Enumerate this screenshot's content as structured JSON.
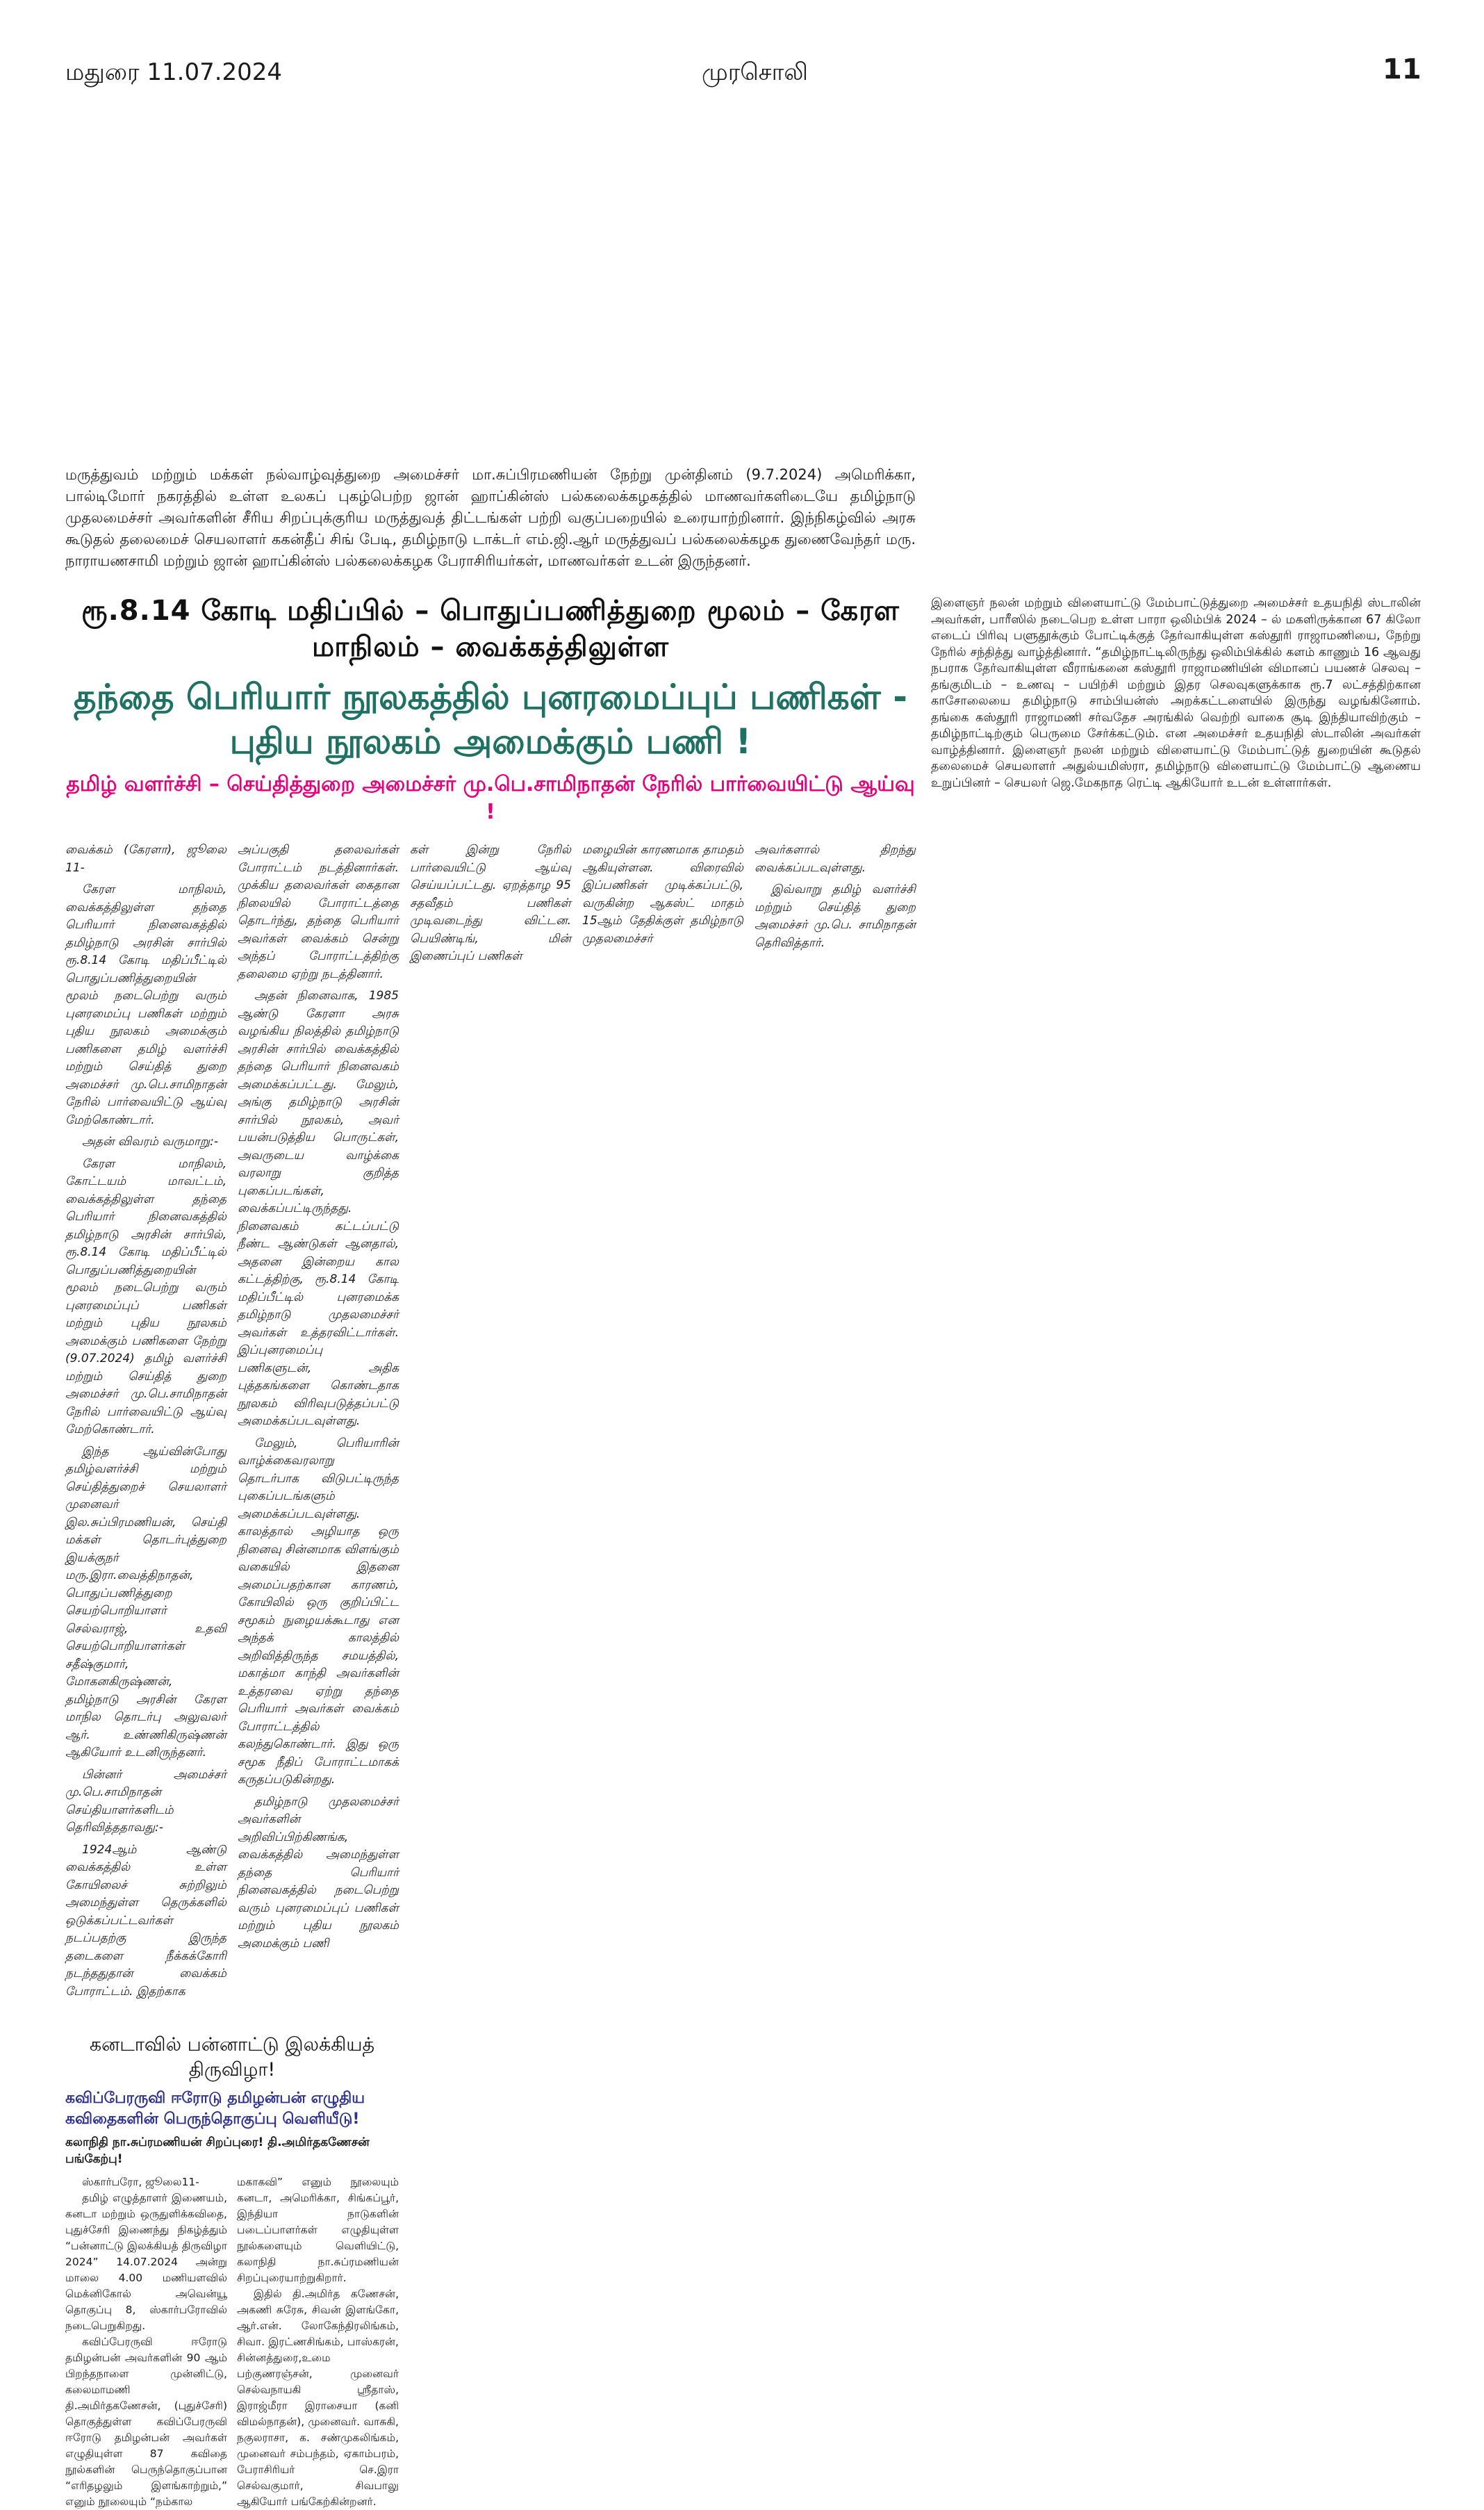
{
  "header": {
    "edition_date": "மதுரை 11.07.2024",
    "masthead": "முரசொலி",
    "page_number": "11"
  },
  "top_caption": "மருத்துவம் மற்றும் மக்கள் நல்வாழ்வுத்துறை அமைச்சர் மா.சுப்பிரமணியன் நேற்று முன்தினம் (9.7.2024) அமெரிக்கா, பால்டிமோர் நகரத்தில் உள்ள உலகப் புகழ்பெற்ற ஜான் ஹாப்கின்ஸ் பல்கலைக்கழகத்தில் மாணவர்களிடையே தமிழ்நாடு முதலமைச்சர் அவர்களின் சீரிய சிறப்புக்குரிய மருத்துவத் திட்டங்கள் பற்றி வகுப்பறையில் உரையாற்றினார். இந்நிகழ்வில் அரசு கூடுதல் தலைமைச் செயலாளர் ககன்தீப் சிங் பேடி, தமிழ்நாடு டாக்டர் எம்.ஜி.ஆர் மருத்துவப் பல்கலைக்கழக துணைவேந்தர் மரு. நாராயணசாமி மற்றும் ஜான் ஹாப்கின்ஸ் பல்கலைக்கழக பேராசிரியர்கள், மாணவர்கள் உடன் இருந்தனர்.",
  "main_article": {
    "kicker": "ரூ.8.14 கோடி மதிப்பில் – பொதுப்பணித்துறை மூலம் – கேரள மாநிலம் – வைக்கத்திலுள்ள",
    "headline": "தந்தை பெரியார் நூலகத்தில் புனரமைப்புப் பணிகள் - புதிய நூலகம் அமைக்கும் பணி !",
    "subheadline": "தமிழ் வளர்ச்சி – செய்தித்துறை அமைச்சர் மு.பெ.சாமிநாதன் நேரில் பார்வையிட்டு ஆய்வு !",
    "columns": [
      [
        "வைக்கம் (கேரளா), ஜூலை 11-",
        "கேரள மாநிலம், வைக்கத்திலுள்ள தந்தை பெரியார் நினைவகத்தில் தமிழ்நாடு அரசின் சார்பில் ரூ.8.14 கோடி மதிப்பீட்டில் பொதுப்பணித்துறையின் மூலம் நடைபெற்று வரும் புனரமைப்பு பணிகள் மற்றும் புதிய நூலகம் அமைக்கும் பணிகளை தமிழ் வளர்ச்சி மற்றும் செய்தித் துறை அமைச்சர் மு.பெ.சாமிநாதன் நேரில் பார்வையிட்டு ஆய்வு மேற்கொண்டார்.",
        "அதன் விவரம் வருமாறு:-",
        "கேரள மாநிலம், கோட்டயம் மாவட்டம், வைக்கத்திலுள்ள தந்தை பெரியார் நினைவகத்தில் தமிழ்நாடு அரசின் சார்பில், ரூ.8.14 கோடி மதிப்பீட்டில் பொதுப்பணித்துறையின் மூலம் நடைபெற்று வரும் புனரமைப்புப் பணிகள் மற்றும் புதிய நூலகம் அமைக்கும் பணிகளை நேற்று (9.07.2024) தமிழ் வளர்ச்சி மற்றும் செய்தித் துறை அமைச்சர் மு.பெ.சாமிநாதன் நேரில் பார்வையிட்டு ஆய்வு மேற்கொண்டார்.",
        "இந்த ஆய்வின்போது தமிழ்வளர்ச்சி மற்றும் செய்தித்துறைச் செயலாளர் முனைவர் இல.சுப்பிரமணியன், செய்தி மக்கள் தொடர்புத்துறை இயக்குநர் மரு.இரா.வைத்திநாதன், பொதுப்பணித்துறை செயற்பொறியாளர் செல்வராஜ், உதவி செயற்பொறியாளர்கள் சதீஷ்குமார், மோகனகிருஷ்ணன், தமிழ்நாடு அரசின் கேரள மாநில தொடர்பு அலுவலர் ஆர். உண்ணிகிருஷ்ணன் ஆகியோர் உடனிருந்தனர்.",
        "பின்னர் அமைச்சர் மு.பெ.சாமிநாதன் செய்தியாளர்களிடம் தெரிவித்ததாவது:-",
        "1924ஆம் ஆண்டு வைக்கத்தில் உள்ள கோயிலைச் சுற்றிலும் அமைந்துள்ள தெருக்களில் ஒடுக்கப்பட்டவர்கள் நடப்பதற்கு இருந்த தடைகளை நீக்கக்கோரி நடந்ததுதான் வைக்கம் போராட்டம். இதற்காக"
      ],
      [
        "அப்பகுதி தலைவர்கள் போராட்டம் நடத்தினார்கள். முக்கிய தலைவர்கள் கைதான நிலையில் போராட்டத்தை தொடர்ந்து, தந்தை பெரியார் அவர்கள் வைக்கம் சென்று அந்தப் போராட்டத்திற்கு தலைமை ஏற்று நடத்தினார்.",
        "அதன் நினைவாக, 1985 ஆண்டு கேரளா அரசு வழங்கிய நிலத்தில் தமிழ்நாடு அரசின் சார்பில் வைக்கத்தில் தந்தை பெரியார் நினைவகம் அமைக்கப்பட்டது. மேலும், அங்கு தமிழ்நாடு அரசின் சார்பில் நூலகம், அவர் பயன்படுத்திய பொருட்கள், அவருடைய வாழ்க்கை வரலாறு குறித்த புகைப்படங்கள், வைக்கப்பட்டிருந்தது. நினைவகம் கட்டப்பட்டு நீண்ட ஆண்டுகள் ஆனதால், அதனை இன்றைய கால கட்டத்திற்கு, ரூ.8.14 கோடி மதிப்பீட்டில் புனரமைக்க தமிழ்நாடு முதலமைச்சர் அவர்கள் உத்தரவிட்டார்கள். இப்புனரமைப்பு பணிகளுடன், அதிக புத்தகங்களை கொண்டதாக நூலகம் விரிவுபடுத்தப்பட்டு அமைக்கப்படவுள்ளது.",
        "மேலும், பெரியாரின் வாழ்க்கைவரலாறு தொடர்பாக விடுபட்டிருந்த புகைப்படங்களும் அமைக்கப்படவுள்ளது. காலத்தால் அழியாத ஒரு நினைவு சின்னமாக விளங்கும் வகையில் இதனை அமைப்பதற்கான காரணம், கோயிலில் ஒரு குறிப்பிட்ட சமூகம் நுழையக்கூடாது என அந்தக் காலத்தில் அறிவித்திருந்த சமயத்தில், மகாத்மா காந்தி அவர்களின் உத்தரவை ஏற்று தந்தை பெரியார் அவர்கள் வைக்கம் போராட்டத்தில் கலந்துகொண்டார். இது ஒரு சமூக நீதிப் போராட்டமாகக் கருதப்படுகின்றது.",
        "தமிழ்நாடு முதலமைச்சர் அவர்களின் அறிவிப்பிற்கிணங்க, வைக்கத்தில் அமைந்துள்ள தந்தை பெரியார் நினைவகத்தில் நடைபெற்று வரும் புனரமைப்புப் பணிகள் மற்றும் புதிய நூலகம் அமைக்கும் பணி"
      ],
      [
        "கள் இன்று நேரில் பார்வையிட்டு ஆய்வு செய்யப்பட்டது. ஏறத்தாழ 95 சதவீதம் பணிகள் முடிவடைந்து விட்டன. பெயிண்டிங், மின் இணைப்புப் பணிகள்"
      ],
      [
        "மழையின் காரணமாக தாமதம் ஆகியுள்ளன. விரைவில் இப்பணிகள் முடிக்கப்பட்டு, வருகின்ற ஆகஸ்ட் மாதம் 15ஆம் தேதிக்குள் தமிழ்நாடு முதலமைச்சர்"
      ],
      [
        "அவர்களால் திறந்து வைக்கப்படவுள்ளது.",
        "இவ்வாறு தமிழ் வளர்ச்சி மற்றும் செய்தித் துறை அமைச்சர் மு.பெ. சாமிநாதன் தெரிவித்தார்."
      ]
    ]
  },
  "right_caption": "இளைஞர் நலன் மற்றும் விளையாட்டு மேம்பாட்டுத்துறை அமைச்சர் உதயநிதி ஸ்டாலின் அவர்கள், பாரீஸில் நடைபெற உள்ள பாரா ஒலிம்பிக் 2024 – ல் மகளிருக்கான 67 கிலோ எடைப் பிரிவு பளுதூக்கும் போட்டிக்குத் தேர்வாகியுள்ள கஸ்தூரி ராஜாமணியை, நேற்று நேரில் சந்தித்து வாழ்த்தினார். “தமிழ்நாட்டிலிருந்து ஒலிம்பிக்கில் களம் காணும் 16 ஆவது நபராக தேர்வாகியுள்ள வீராங்கனை கஸ்தூரி ராஜாமணியின் விமானப் பயணச் செலவு – தங்குமிடம் – உணவு – பயிற்சி மற்றும் இதர செலவுகளுக்காக ரூ.7 லட்சத்திற்கான காசோலையை தமிழ்நாடு சாம்பியன்ஸ் அறக்கட்டளையில் இருந்து வழங்கினோம். தங்கை கஸ்தூரி ராஜாமணி சர்வதேச அரங்கில் வெற்றி வாகை சூடி இந்தியாவிற்கும் – தமிழ்நாட்டிற்கும் பெருமை சேர்க்கட்டும். என அமைச்சர் உதயநிதி ஸ்டாலின் அவர்கள் வாழ்த்தினார். இளைஞர் நலன் மற்றும் விளையாட்டு மேம்பாட்டுத் துறையின் கூடுதல் தலைமைச் செயலாளர் அதுல்யமிஸ்ரா, தமிழ்நாடு விளையாட்டு மேம்பாட்டு ஆணைய உறுப்பினர் – செயலர் ஜெ.மேகநாத ரெட்டி ஆகியோர் உடன் உள்ளார்கள்.",
  "bottom_article": {
    "title": "கனடாவில் பன்னாட்டு இலக்கியத் திருவிழா!",
    "subtitle": "கவிப்பேரருவி ஈரோடு தமிழன்பன் எழுதிய கவிதைகளின் பெருந்தொகுப்பு வெளியீடு!",
    "subtitle2": "கலாநிதி நா.சுப்ரமணியன் சிறப்புரை! தி.அமிர்தகணேசன் பங்கேற்பு!",
    "columns": [
      [
        "ஸ்கார்பரோ, ஜூலை11-",
        "தமிழ் எழுத்தாளர் இணையம், கனடா மற்றும் ஒருதுளிக்கவிதை, புதுச்சேரி இணைந்து நிகழ்த்தும் “பன்னாட்டு இலக்கியத் திருவிழா 2024” 14.07.2024 அன்று மாலை 4.00 மணியளவில் மெக்னிகோல் அவென்யூ தொகுப்பு 8, ஸ்கார்பரோவில் நடைபெறுகிறது.",
        "கவிப்பேரருவி ஈரோடு தமிழன்பன் அவர்களின் 90 ஆம் பிறந்தநாளை முன்னிட்டு, கலைமாமணி தி.அமிர்தகணேசன், (புதுச்சேரி) தொகுத்துள்ள கவிப்பேரருவி ஈரோடு தமிழன்பன் அவர்கள் எழுதியுள்ள 87 கவிதை நூல்களின் பெருந்தொகுப்பான “எரிதழலும் இளங்காற்றும்,” எனும் நூலையும் “நம்கால"
      ],
      [
        "மகாகவி” எனும் நூலையும் கனடா, அமெரிக்கா, சிங்கப்பூர், இந்தியா நாடுகளின் படைப்பாளர்கள் எழுதியுள்ள நூல்களையும் வெளியிட்டு, கலாநிதி நா.சுப்ரமணியன் சிறப்புரையாற்றுகிறார்.",
        "இதில் தி.அமிர்த கணேசன், அகணி சுரேசு, சிவன் இளங்கோ, ஆர்.என். லோகேந்திரலிங்கம், சிவா. இரட்ணசிங்கம், பாஸ்கரன், சின்னத்துரை,உமை பற்குணரஞ்சன், முனைவர் செல்வநாயகி ஸ்ரீதாஸ், இராஜ்மீரா இராசையா (கனி விமல்நாதன்), முனைவர். வாசுகி, நகுலராசா, க. சண்முகலிங்கம், முனைவர் சம்பந்தம், ஏகாம்பரம், பேராசிரியர் செ.இரா செல்வகுமார், சிவபாலு ஆகியோர் பங்கேற்கின்றனர்."
      ]
    ]
  },
  "colors": {
    "headline": "#1f7263",
    "subheadline": "#e4007f",
    "bottom_subtitle": "#2e3192"
  }
}
